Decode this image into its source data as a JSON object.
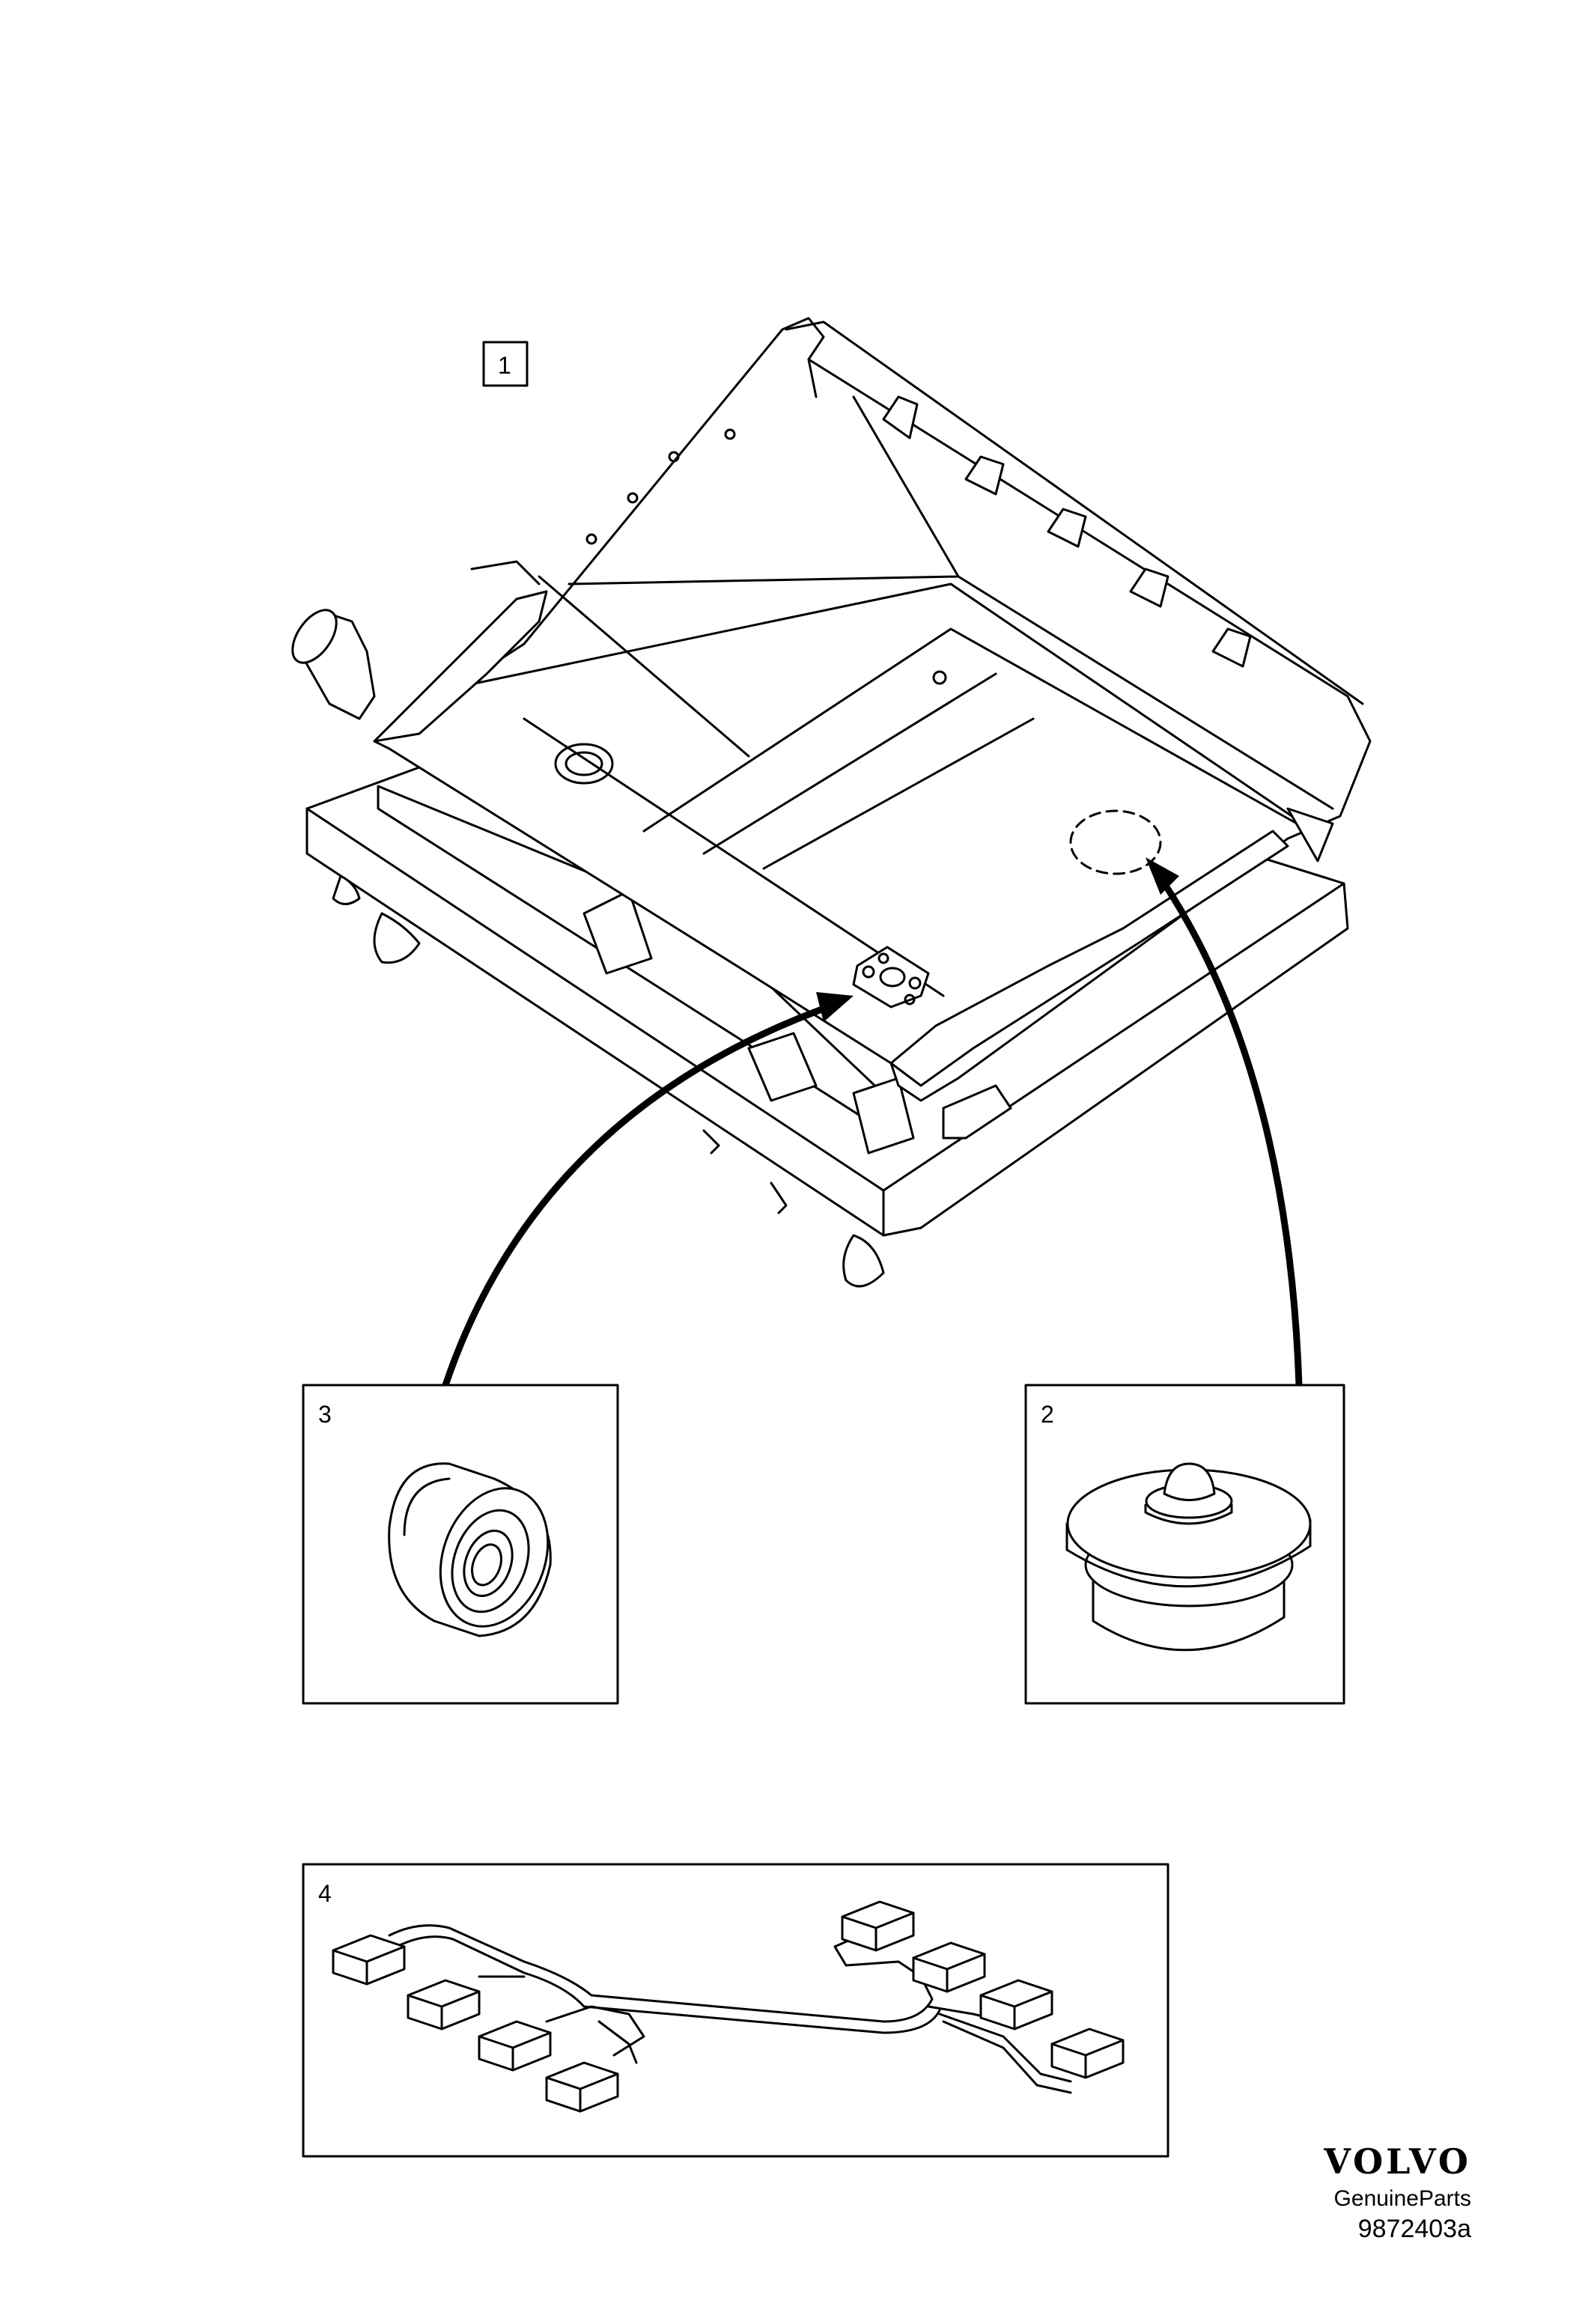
{
  "callouts": {
    "item1": "1",
    "item2": "2",
    "item3": "3",
    "item4": "4"
  },
  "brand": {
    "logo": "VOLVO",
    "tagline": "GenuineParts",
    "drawing_number": "9872403a"
  }
}
